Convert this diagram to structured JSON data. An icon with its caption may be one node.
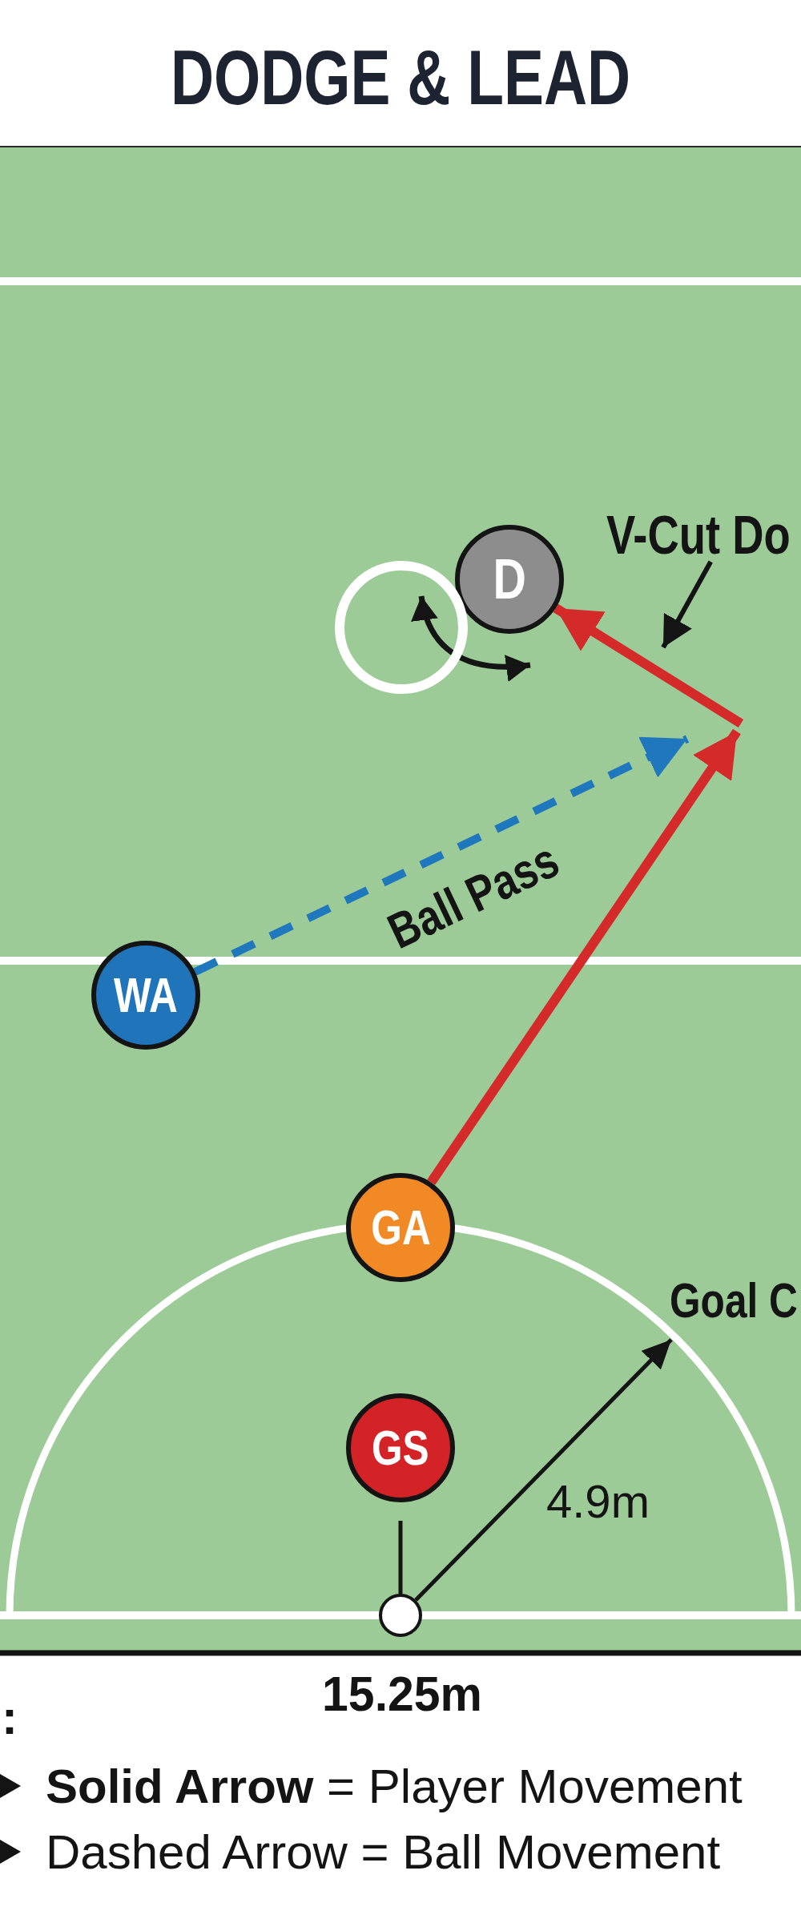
{
  "diagram": {
    "title": "DODGE & LEAD",
    "nodes": [
      {
        "text": [
          "V-Cut Do"
        ]
      },
      {
        "text": [
          "D"
        ]
      },
      {
        "text": [],
        "shape": "circle"
      },
      {
        "text": [
          "WA"
        ]
      },
      {
        "text": [
          "GA"
        ]
      },
      {
        "text": [
          "GS"
        ]
      }
    ],
    "edges": [
      {
        "from": 4,
        "to": null,
        "arrow": "to",
        "color": "#d42a2a"
      },
      {
        "from": null,
        "to": 1,
        "arrow": "to",
        "color": "#d42a2a"
      },
      {
        "from": 3,
        "to": null,
        "arrow": "to",
        "style": "dashed",
        "color": "#1f77bd",
        "label": "Ball Pass"
      },
      {
        "from": 0,
        "to": null,
        "arrow": "to",
        "color": "#141414"
      }
    ],
    "labels": [
      "Goal C",
      "4.9m",
      "15.25m",
      ":"
    ],
    "legend": [
      {
        "text": "**Solid Arrow** = Player Movement"
      },
      {
        "text": "Dashed Arrow = Ball Movement"
      }
    ]
  }
}
